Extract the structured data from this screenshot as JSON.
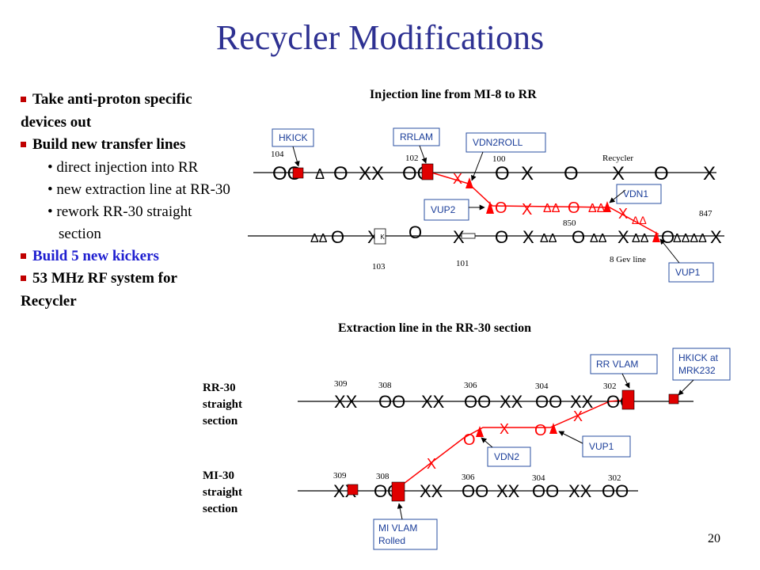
{
  "slide": {
    "title": "Recycler Modifications",
    "page_number": "20"
  },
  "bullets": {
    "b1": "Take anti-proton specific devices out",
    "b2": "Build new transfer lines",
    "s1": "• direct injection into RR",
    "s2": "• new extraction line at RR-30",
    "s3": "• rework RR-30 straight section",
    "b3": "Build 5 new kickers",
    "b4": "53 MHz RF system for Recycler"
  },
  "injection": {
    "caption": "Injection line from MI-8 to RR",
    "labels": {
      "hkick": "HKICK",
      "rrlam": "RRLAM",
      "vdn2roll": "VDN2ROLL",
      "vup2": "VUP2",
      "vdn1": "VDN1",
      "vup1": "VUP1",
      "recycler": "Recycler",
      "gev_line": "8 Gev line",
      "n104": "104",
      "n102": "102",
      "n100": "100",
      "n850": "850",
      "n847": "847",
      "n103": "103",
      "n101": "101"
    }
  },
  "extraction": {
    "caption": "Extraction line in the RR-30 section",
    "rr30_label": "RR-30 straight section",
    "mi30_label": "MI-30 straight section",
    "labels": {
      "rr_vlam": "RR VLAM",
      "hkick_mrk": "HKICK at MRK232",
      "vup1": "VUP1",
      "vdn2": "VDN2",
      "mi_vlam": "MI VLAM Rolled"
    },
    "rr_numbers": [
      "309",
      "308",
      "306",
      "304",
      "302"
    ],
    "mi_numbers": [
      "309",
      "308",
      "306",
      "304",
      "302"
    ]
  },
  "colors": {
    "title": "#2e3192",
    "beam": "#ff0000",
    "element": "#e00000",
    "label_box": "#2a4fa0",
    "label_text": "#1a3d99",
    "bullet_square": "#c00000",
    "highlight_bullet": "#1f1fd0"
  }
}
